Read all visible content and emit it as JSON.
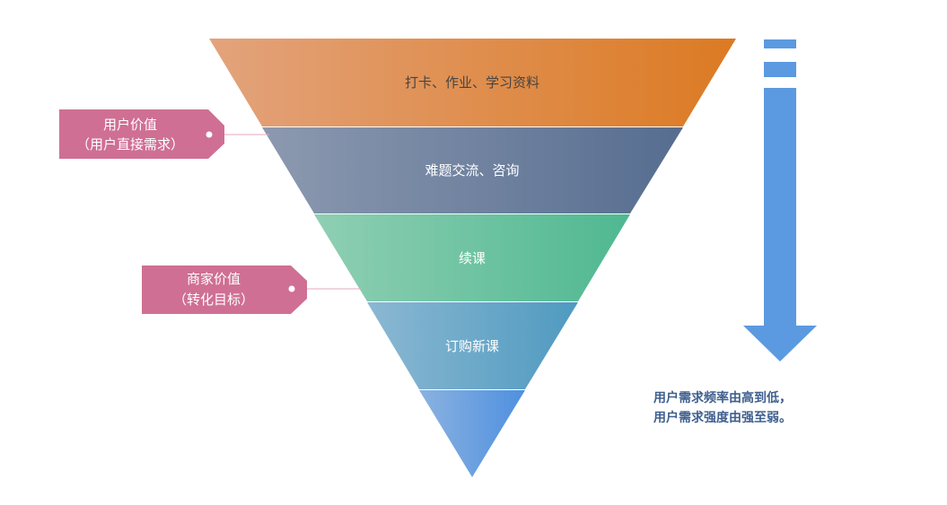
{
  "layers": [
    {
      "label": "打卡、作业、学习资料"
    },
    {
      "label": "难题交流、咨询"
    },
    {
      "label": "续课"
    },
    {
      "label": "订购新课"
    },
    {
      "label": ""
    }
  ],
  "tags": [
    {
      "line1": "用户价值",
      "line2": "（用户直接需求）"
    },
    {
      "line1": "商家价值",
      "line2": "（转化目标）"
    }
  ],
  "note": {
    "line1": "用户需求频率由高到低，",
    "line2": "用户需求强度由强至弱。"
  },
  "colors": {
    "tag": "#cf6f93",
    "arrow": "#5b9ae0",
    "note": "#3f5f8e"
  }
}
